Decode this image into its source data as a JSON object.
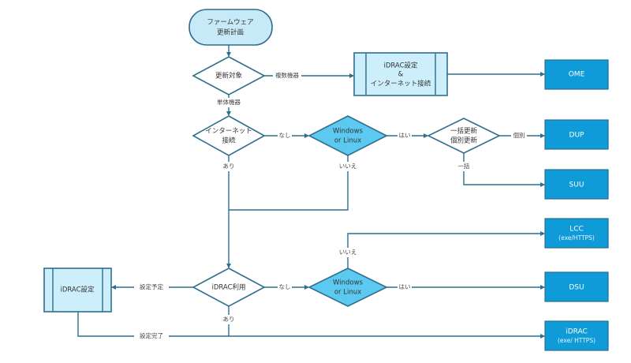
{
  "start": {
    "line1": "ファームウェア",
    "line2": "更新計画"
  },
  "decisions": {
    "target": {
      "text": "更新対象"
    },
    "internet": {
      "line1": "インターネット",
      "line2": "接続"
    },
    "os1": {
      "line1": "Windows",
      "line2": "or Linux"
    },
    "bulk": {
      "line1": "一括更新",
      "line2": "個別更新"
    },
    "idrac_use": {
      "text": "iDRAC利用"
    },
    "os2": {
      "line1": "Windows",
      "line2": "or Linux"
    }
  },
  "processes": {
    "idrac_internet": {
      "line1": "iDRAC設定",
      "line2": "&",
      "line3": "インターネット接続"
    },
    "idrac_setup": {
      "text": "iDRAC設定"
    }
  },
  "terminals": {
    "ome": {
      "text": "OME"
    },
    "dup": {
      "text": "DUP"
    },
    "suu": {
      "text": "SUU"
    },
    "lcc": {
      "text": "LCC",
      "sub": "(exe/HTTPS)"
    },
    "dsu": {
      "text": "DSU"
    },
    "idrac": {
      "text": "iDRAC",
      "sub": "(exe/ HTTPS)"
    }
  },
  "edge_labels": {
    "multiple": "複数機器",
    "single": "単体機器",
    "internet_no": "なし",
    "internet_yes": "あり",
    "os1_yes": "はい",
    "os1_no": "いいえ",
    "individual": "個別",
    "bulk": "一括",
    "setup_planned": "設定予定",
    "idrac_no": "なし",
    "idrac_yes": "あり",
    "os2_no": "いいえ",
    "os2_yes": "はい",
    "setup_done": "設定完了"
  },
  "colors": {
    "line": "#2e6e8e",
    "terminal_fill": "#0f9bd7",
    "decision_blue": "#5ccaf0",
    "process_fill": "#cdeefb"
  }
}
